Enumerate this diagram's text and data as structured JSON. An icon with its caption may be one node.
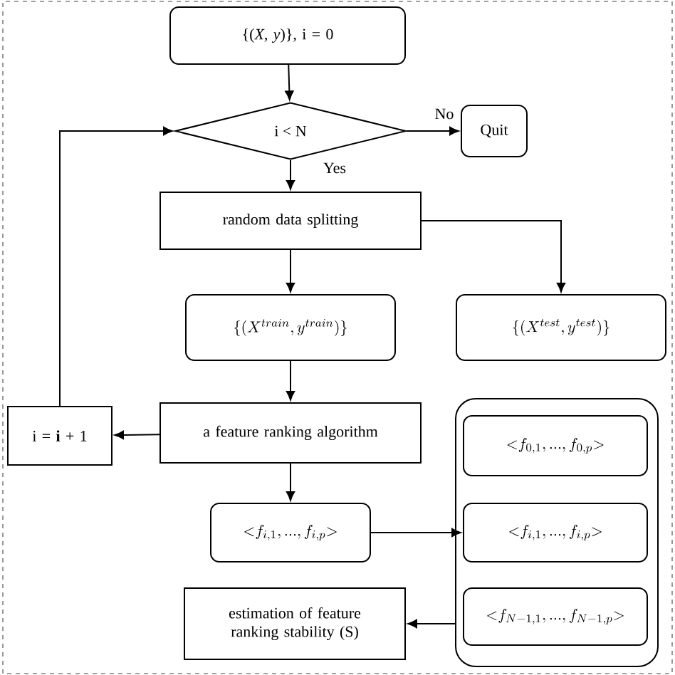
{
  "diagram": {
    "nodes": [
      {
        "text": [
          "{(*X*, *y*)}, i = 0"
        ]
      },
      {
        "text": [
          "i < N"
        ]
      },
      {
        "text": [
          "Quit"
        ]
      },
      {
        "text": [
          "random data splitting"
        ]
      },
      {
        "text": [
          "\\{(X^{train}, y^{train})\\}"
        ]
      },
      {
        "text": [
          "\\{(X^{test}, y^{test})\\}"
        ]
      },
      {
        "text": [
          "i = **i** + 1"
        ]
      },
      {
        "text": [
          "a feature ranking algorithm"
        ]
      },
      {
        "text": [],
        "shape": "box"
      },
      {
        "text": [
          "{<}f_{0,1}, ..., f_{0,p}{>}"
        ],
        "in": 8
      },
      {
        "text": [
          "{<}f_{i,1}, ..., f_{i,p}{>}"
        ]
      },
      {
        "text": [
          "{<}f_{i,1}, ..., f_{i,p}{>}"
        ],
        "in": 8
      },
      {
        "text": [
          "{<}f_{N-1, 1}, ..., f_{N-1,p}{>}"
        ],
        "in": 8
      },
      {
        "text": [
          "estimation of feature ranking stability (S)"
        ]
      }
    ],
    "edges": [
      {
        "from": 0,
        "to": 1,
        "arrow": "to"
      },
      {
        "from": 1,
        "to": 2,
        "arrow": "to",
        "label": "No"
      },
      {
        "from": 1,
        "to": 3,
        "arrow": "to",
        "label": "Yes"
      },
      {
        "from": 3,
        "to": 4,
        "arrow": "to"
      },
      {
        "from": 3,
        "to": 5,
        "arrow": "to"
      },
      {
        "from": 4,
        "to": 7,
        "arrow": "to"
      },
      {
        "from": 7,
        "to": 6,
        "arrow": "to"
      },
      {
        "from": 6,
        "to": 1,
        "arrow": "to"
      },
      {
        "from": 7,
        "to": 10,
        "arrow": "to"
      },
      {
        "from": 10,
        "to": 11,
        "arrow": "to"
      },
      {
        "from": 8,
        "to": 13,
        "arrow": "to"
      }
    ]
  }
}
